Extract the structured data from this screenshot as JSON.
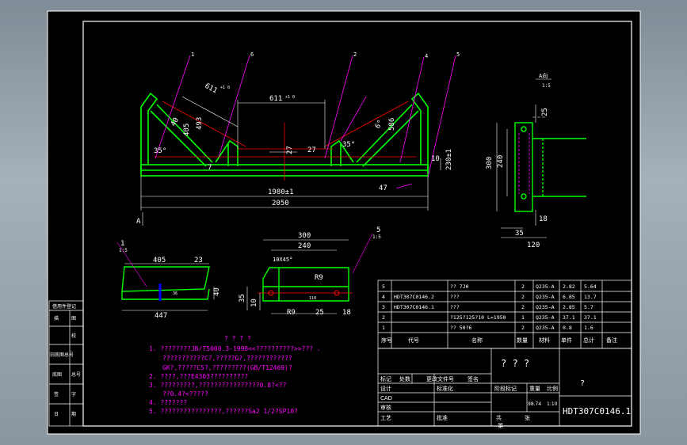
{
  "colors": {
    "background": "#000000",
    "frame": "#ffffff",
    "part": "#00ff00",
    "leader": "#ff00ff",
    "dimension": "#ffffff",
    "center": "#ff0000",
    "accent": "#0000ff"
  },
  "view_main": {
    "dim_overall": "2050",
    "dim_inner": "1980±1",
    "dim_slope_left": "611",
    "dim_slope_tol": "+1 0",
    "dim_center": "611",
    "dim_center_tol": "+1 0",
    "dim_height_a": "405",
    "dim_height_b": "493",
    "dim_height_c": "586",
    "dim_left_40": "40",
    "dim_27_a": "27",
    "dim_27_b": "27",
    "dim_7": "7",
    "dim_angle_left": "35°",
    "dim_angle_right": "35°",
    "dim_47": "47",
    "dim_10": "10",
    "dim_230": "230±1",
    "dim_e": "6°",
    "view_label": "A",
    "labels": [
      "1",
      "6",
      "2",
      "4",
      "5"
    ]
  },
  "view_a": {
    "title": "A向",
    "scale": "1:5",
    "dim_300": "300",
    "dim_240": "240",
    "dim_25": "25",
    "dim_18": "18",
    "dim_35": "35",
    "dim_120": "120"
  },
  "view_detail1": {
    "ref": "1",
    "scale": "1:5",
    "dim_405": "405",
    "dim_23": "23",
    "dim_40": "40",
    "dim_447": "447",
    "dim_36": "36"
  },
  "view_detail5": {
    "ref": "5",
    "scale": "1:5",
    "dim_300": "300",
    "dim_240": "240",
    "dim_chamfer": "10X45°",
    "dim_r9_a": "R9",
    "dim_r9_b": "R9",
    "dim_110": "110",
    "dim_35": "35",
    "dim_10": "10",
    "dim_25": "25",
    "dim_18": "18"
  },
  "notes": {
    "title": "? ? ? ?",
    "lines": [
      "1. ????????JB/T5000.3-1998<<??????????>>??? .",
      "???????????C?,?????G?,????????????",
      "GK?,?????CS?,?????????(GB/T12469)?",
      "2. ????,???E4303??????????",
      "3. ?????????,????????????????0.8?<??",
      "??0.4?<?????",
      "4. ???????",
      "5. ????????????????,??????Sa2 1/2?SP10?"
    ]
  },
  "left_strip": {
    "cells": [
      "借用件登记",
      "描",
      "图",
      "校",
      "旧底图总号",
      "底图",
      "总号",
      "签",
      "字",
      "日",
      "期"
    ]
  },
  "bom": {
    "rows": [
      {
        "no": "5",
        "code": "",
        "name": "?? 7J0",
        "qty": "2",
        "mat": "Q235-A",
        "w1": "2.82",
        "w2": "5.64"
      },
      {
        "no": "4",
        "code": "HDT307C0146.2",
        "name": "???",
        "qty": "2",
        "mat": "Q235-A",
        "w1": "6.85",
        "w2": "13.7"
      },
      {
        "no": "3",
        "code": "HDT307C0146.1",
        "name": "???",
        "qty": "2",
        "mat": "Q235-A",
        "w1": "2.85",
        "w2": "5.7"
      },
      {
        "no": "2",
        "code": "",
        "name": "?125?125?10 L=1950",
        "qty": "1",
        "mat": "Q235-A",
        "w1": "37.1",
        "w2": "37.1"
      },
      {
        "no": "1",
        "code": "",
        "name": "?? 50?6",
        "qty": "2",
        "mat": "Q235-A",
        "w1": "0.8",
        "w2": "1.6"
      }
    ],
    "header": [
      "序号",
      "代号",
      "名称",
      "数量",
      "材料",
      "单件",
      "总计",
      "备注"
    ]
  },
  "title_block": {
    "part_name": "? ? ?",
    "q": "?",
    "drawing_no": "HDT307C0146.1",
    "mark_label": "标记",
    "qty_label": "处数",
    "file_label": "更改文件号",
    "sign_label": "签名",
    "design": "设计",
    "std": "标准化",
    "cad": "CAD",
    "check": "审核",
    "craft": "工艺",
    "approve": "批准",
    "stage": "阶段标记",
    "weight": "重量",
    "scale": "比例",
    "weight_val": "98.74",
    "scale_val": "1:10",
    "sheets": "共",
    "sheet": "张",
    "sheet2": "第"
  }
}
